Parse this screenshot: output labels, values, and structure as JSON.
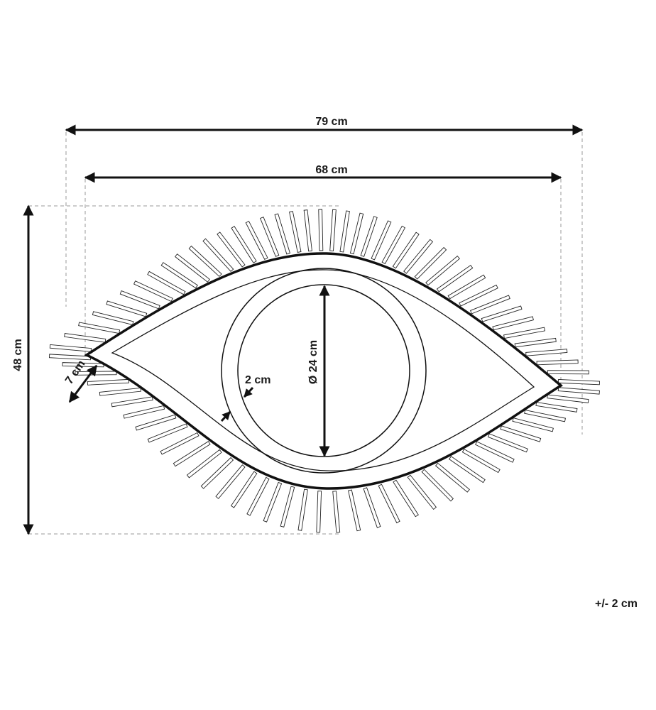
{
  "dimensions": {
    "overall_width": "79 cm",
    "frame_width": "68 cm",
    "overall_height": "48 cm",
    "fringe_length": "7 cm",
    "frame_thickness": "2 cm",
    "mirror_diameter": "Ø 24 cm"
  },
  "tolerance": "+/- 2 cm",
  "colors": {
    "line": "#111111",
    "guide": "#9a9a9a",
    "background": "#ffffff"
  }
}
